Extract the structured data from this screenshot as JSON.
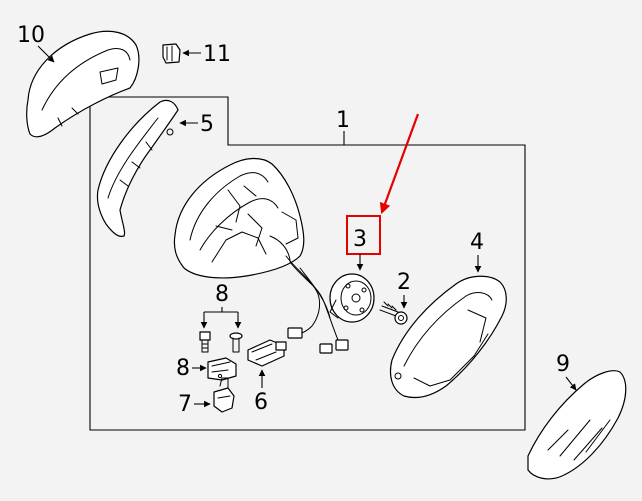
{
  "callouts": {
    "c1": "1",
    "c2": "2",
    "c3": "3",
    "c4": "4",
    "c5": "5",
    "c6": "6",
    "c7": "7",
    "c8_top": "8",
    "c8_left": "8",
    "c9": "9",
    "c10": "10",
    "c11": "11"
  },
  "highlight": {
    "color": "#e60000",
    "target_label": "3"
  }
}
